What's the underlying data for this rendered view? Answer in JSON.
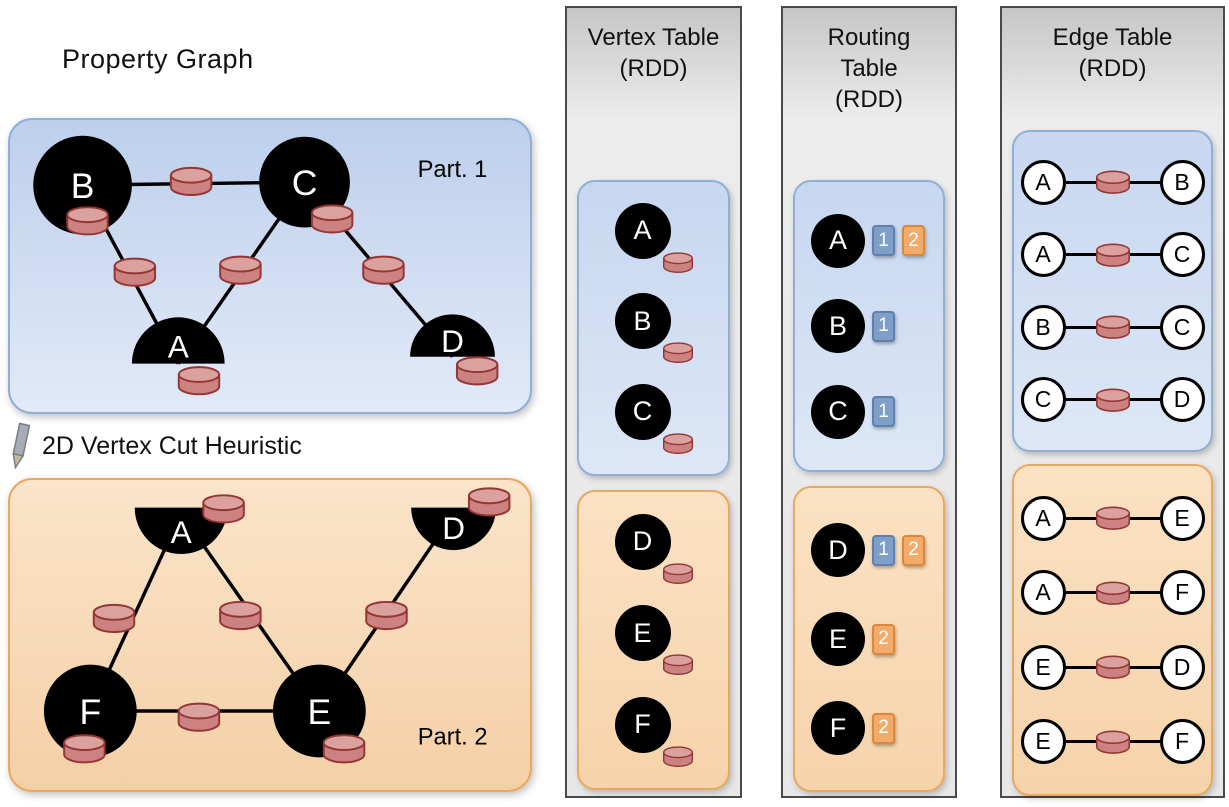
{
  "colors": {
    "partition1_fill": "#c4d4ee",
    "partition1_border": "#8fafd6",
    "partition2_fill": "#f9ddba",
    "partition2_border": "#e9a860",
    "column_fill": "#e6e6e6",
    "column_border": "#4a4a4a",
    "cylinder_body": "#cc8280",
    "cylinder_top": "#dba19e",
    "cylinder_outline": "#943634",
    "badge_blue": "#7f9fc8",
    "badge_orange": "#f3ab6b",
    "vertex_black": "#000000"
  },
  "property_graph": {
    "title": "Property Graph",
    "cut_heuristic_label": "2D Vertex Cut Heuristic",
    "part1": {
      "label": "Part. 1",
      "node_B": "B",
      "node_C": "C",
      "node_A": "A",
      "node_D": "D"
    },
    "part2": {
      "label": "Part. 2",
      "node_A": "A",
      "node_D": "D",
      "node_F": "F",
      "node_E": "E"
    }
  },
  "vertex_table": {
    "title_line1": "Vertex Table",
    "title_line2": "(RDD)",
    "part1": [
      "A",
      "B",
      "C"
    ],
    "part2": [
      "D",
      "E",
      "F"
    ]
  },
  "routing_table": {
    "title_line1": "Routing",
    "title_line2": "Table",
    "title_line3": "(RDD)",
    "part1_entries": [
      {
        "vertex": "A",
        "partitions": [
          "1",
          "2"
        ]
      },
      {
        "vertex": "B",
        "partitions": [
          "1"
        ]
      },
      {
        "vertex": "C",
        "partitions": [
          "1"
        ]
      }
    ],
    "part2_entries": [
      {
        "vertex": "D",
        "partitions": [
          "1",
          "2"
        ]
      },
      {
        "vertex": "E",
        "partitions": [
          "2"
        ]
      },
      {
        "vertex": "F",
        "partitions": [
          "2"
        ]
      }
    ]
  },
  "edge_table": {
    "title_line1": "Edge Table",
    "title_line2": "(RDD)",
    "part1_edges": [
      {
        "src": "A",
        "dst": "B"
      },
      {
        "src": "A",
        "dst": "C"
      },
      {
        "src": "B",
        "dst": "C"
      },
      {
        "src": "C",
        "dst": "D"
      }
    ],
    "part2_edges": [
      {
        "src": "A",
        "dst": "E"
      },
      {
        "src": "A",
        "dst": "F"
      },
      {
        "src": "E",
        "dst": "D"
      },
      {
        "src": "E",
        "dst": "F"
      }
    ]
  }
}
